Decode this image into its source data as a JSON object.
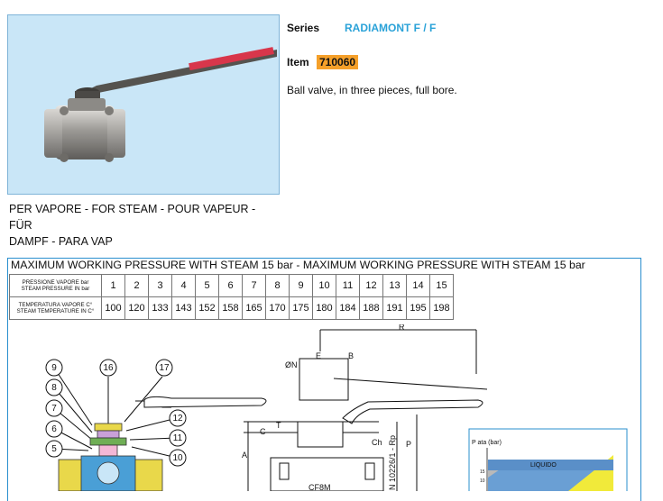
{
  "product": {
    "series_label": "Series",
    "series_value": "RADIAMONT F / F",
    "item_label": "Item",
    "item_value": "710060",
    "description": "Ball valve, in three pieces, full bore.",
    "caption_line1": " PER VAPORE - FOR STEAM - POUR VAPEUR - FÜR",
    "caption_line2": "DAMPF - PARA VAP"
  },
  "pressure_table": {
    "title": "MAXIMUM WORKING PRESSURE WITH STEAM 15 bar - MAXIMUM WORKING PRESSURE WITH STEAM 15 bar",
    "row1_head_a": "PRESSIONE VAPORE bar",
    "row1_head_b": "STEAM PRESSURE IN bar",
    "row2_head_a": "TEMPERATURA VAPORE C°",
    "row2_head_b": "STEAM TEMPERATURE IN C°",
    "pressures": [
      "1",
      "2",
      "3",
      "4",
      "5",
      "6",
      "7",
      "8",
      "9",
      "10",
      "11",
      "12",
      "13",
      "14",
      "15"
    ],
    "temperatures": [
      "100",
      "120",
      "133",
      "143",
      "152",
      "158",
      "165",
      "170",
      "175",
      "180",
      "184",
      "188",
      "191",
      "195",
      "198"
    ]
  },
  "drawing": {
    "callouts": [
      "9",
      "8",
      "7",
      "6",
      "5",
      "16",
      "17",
      "12",
      "11",
      "10"
    ],
    "dim_R": "R",
    "dim_A": "A",
    "dim_C": "C",
    "dim_T": "T",
    "dim_P": "P",
    "dim_Ch": "Ch",
    "dim_CE8M": "CF8M",
    "dim_N": "N 10226/1 - Rp",
    "dim_OS": "ØN",
    "dim_B": "B",
    "dim_E": "E",
    "graph_ylabel": "P ata (bar)",
    "graph_liquid": "LIQUIDO",
    "graph_tick_15": "15",
    "graph_tick_10": "10"
  },
  "colors": {
    "photo_bg": "#c9e6f7",
    "series_accent": "#2aa2d8",
    "item_highlight": "#f5a02a",
    "table_border": "#2a8fce"
  }
}
